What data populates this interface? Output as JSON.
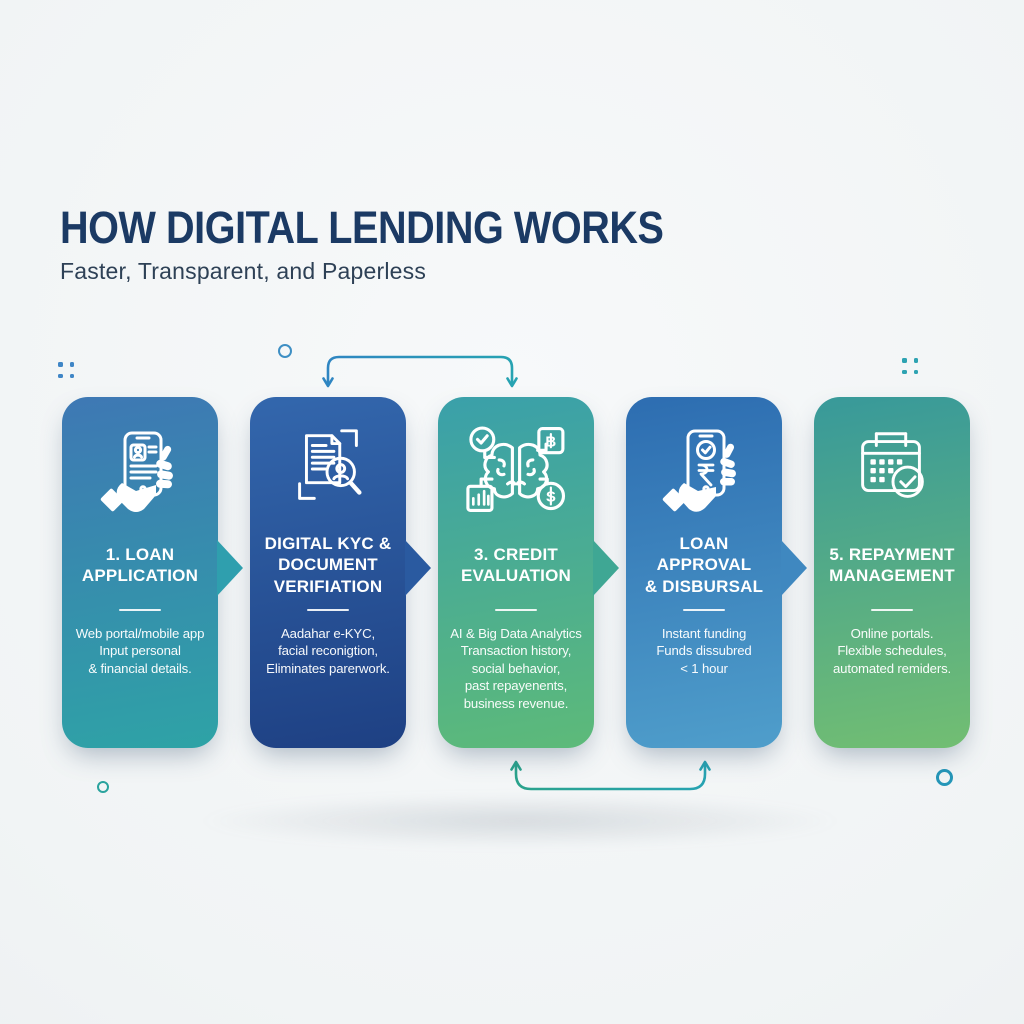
{
  "header": {
    "title": "HOW DIGITAL LENDING WORKS",
    "subtitle": "Faster, Transparent, and Paperless"
  },
  "steps": [
    {
      "title": "1. LOAN\nAPPLICATION",
      "description": "Web portal/mobile app\nInput personal\n& financial details.",
      "icon": "hand-phone-application-icon",
      "gradient": [
        "#3e78b4",
        "#2ea3a6"
      ],
      "arrow_color": "#2f9fae"
    },
    {
      "title": "DIGITAL KYC &\nDOCUMENT\nVERIFIATION",
      "description": "Aadahar e-KYC,\nfacial reconigtion,\nEliminates parerwork.",
      "icon": "document-scan-magnifier-icon",
      "gradient": [
        "#3367ad",
        "#1e4083"
      ],
      "arrow_color": "#2a5aa0"
    },
    {
      "title": "3. CREDIT\nEVALUATION",
      "description": "AI & Big Data Analytics\nTransaction history,\nsocial behavior,\npast repayenents,\nbusiness revenue.",
      "icon": "ai-brain-data-icon",
      "gradient": [
        "#3aa0aa",
        "#5dba79"
      ],
      "arrow_color": "#3fa794"
    },
    {
      "title": "LOAN APPROVAL\n& DISBURSAL",
      "description": "Instant funding\nFunds dissubred\n< 1 hour",
      "icon": "hand-phone-approval-rupee-icon",
      "gradient": [
        "#2d6db1",
        "#4f9ecb"
      ],
      "arrow_color": "#3f88c0"
    },
    {
      "title": "5. REPAYMENT\nMANAGEMENT",
      "description": "Online portals.\nFlexible schedules,\nautomated remiders.",
      "icon": "calendar-check-icon",
      "gradient": [
        "#38999a",
        "#72be72"
      ],
      "arrow_color": null
    }
  ],
  "theme": {
    "background": "#f1f4f5",
    "title_color": "#1b3a64",
    "subtitle_color": "#2e4156",
    "flow_arrow_blue": "#2f86c2",
    "flow_arrow_teal": "#27a3b2",
    "flow_arrow_green": "#2aa38c"
  }
}
